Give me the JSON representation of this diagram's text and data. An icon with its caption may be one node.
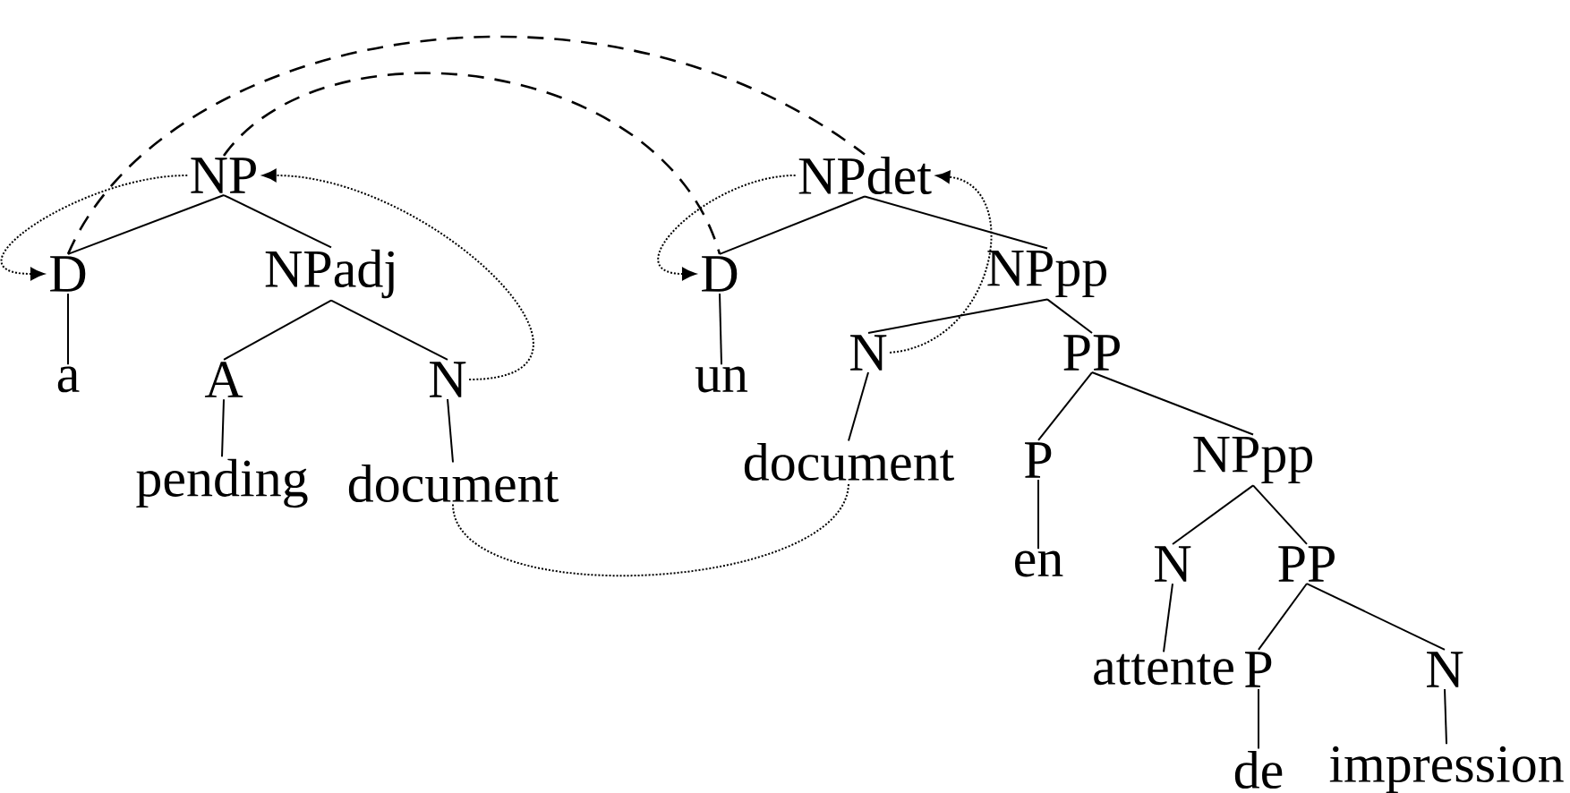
{
  "diagram": {
    "nodes": [
      {
        "text": [
          "NP"
        ]
      },
      {
        "text": [
          "D"
        ]
      },
      {
        "text": [
          "NPadj"
        ]
      },
      {
        "text": [
          "a"
        ]
      },
      {
        "text": [
          "A"
        ]
      },
      {
        "text": [
          "N"
        ]
      },
      {
        "text": [
          "pending"
        ]
      },
      {
        "text": [
          "document"
        ]
      },
      {
        "text": [
          "NPdet"
        ]
      },
      {
        "text": [
          "D"
        ]
      },
      {
        "text": [
          "NPpp"
        ]
      },
      {
        "text": [
          "un"
        ]
      },
      {
        "text": [
          "N"
        ]
      },
      {
        "text": [
          "document"
        ]
      },
      {
        "text": [
          "PP"
        ]
      },
      {
        "text": [
          "P"
        ]
      },
      {
        "text": [
          "NPpp"
        ]
      },
      {
        "text": [
          "en"
        ]
      },
      {
        "text": [
          "N"
        ]
      },
      {
        "text": [
          "PP"
        ]
      },
      {
        "text": [
          "attente"
        ]
      },
      {
        "text": [
          "P"
        ]
      },
      {
        "text": [
          "N"
        ]
      },
      {
        "text": [
          "de"
        ]
      },
      {
        "text": [
          "impression"
        ]
      }
    ],
    "edges": [
      {
        "from": 0,
        "to": 1,
        "arrow": "none"
      },
      {
        "from": 0,
        "to": 2,
        "arrow": "none"
      },
      {
        "from": 1,
        "to": 3,
        "arrow": "none"
      },
      {
        "from": 2,
        "to": 4,
        "arrow": "none"
      },
      {
        "from": 2,
        "to": 5,
        "arrow": "none"
      },
      {
        "from": 4,
        "to": 6,
        "arrow": "none"
      },
      {
        "from": 5,
        "to": 7,
        "arrow": "none"
      },
      {
        "from": 8,
        "to": 9,
        "arrow": "none"
      },
      {
        "from": 8,
        "to": 10,
        "arrow": "none"
      },
      {
        "from": 9,
        "to": 11,
        "arrow": "none"
      },
      {
        "from": 10,
        "to": 12,
        "arrow": "none"
      },
      {
        "from": 10,
        "to": 14,
        "arrow": "none"
      },
      {
        "from": 12,
        "to": 13,
        "arrow": "none"
      },
      {
        "from": 14,
        "to": 15,
        "arrow": "none"
      },
      {
        "from": 14,
        "to": 16,
        "arrow": "none"
      },
      {
        "from": 15,
        "to": 17,
        "arrow": "none"
      },
      {
        "from": 16,
        "to": 18,
        "arrow": "none"
      },
      {
        "from": 16,
        "to": 19,
        "arrow": "none"
      },
      {
        "from": 18,
        "to": 20,
        "arrow": "none"
      },
      {
        "from": 19,
        "to": 21,
        "arrow": "none"
      },
      {
        "from": 19,
        "to": 22,
        "arrow": "none"
      },
      {
        "from": 21,
        "to": 23,
        "arrow": "none"
      },
      {
        "from": 22,
        "to": 24,
        "arrow": "none"
      },
      {
        "from": 0,
        "to": 1,
        "arrow": "to",
        "style": "dashed"
      },
      {
        "from": 5,
        "to": 0,
        "arrow": "to",
        "style": "dashed"
      },
      {
        "from": 8,
        "to": 9,
        "arrow": "to",
        "style": "dashed"
      },
      {
        "from": 12,
        "to": 8,
        "arrow": "to",
        "style": "dashed"
      },
      {
        "from": 7,
        "to": 13,
        "arrow": "none",
        "style": "dashed"
      },
      {
        "from": 1,
        "to": 8,
        "arrow": "none",
        "style": "dashed"
      },
      {
        "from": 0,
        "to": 9,
        "arrow": "none",
        "style": "dashed"
      }
    ]
  }
}
